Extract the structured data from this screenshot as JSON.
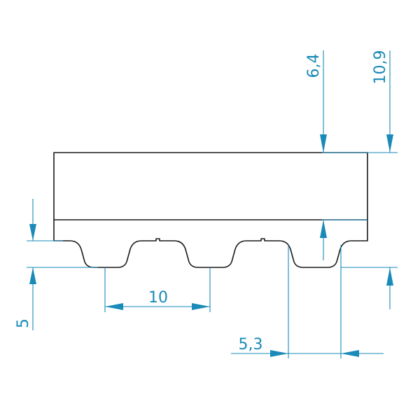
{
  "dimensions": {
    "total_height": "10,9",
    "body_height": "6,4",
    "tooth_height": "5",
    "pitch": "10",
    "tooth_width": "5,3"
  },
  "colors": {
    "outline": "#1a1a1a",
    "dimension": "#1a8ab8",
    "background": "#ffffff"
  }
}
